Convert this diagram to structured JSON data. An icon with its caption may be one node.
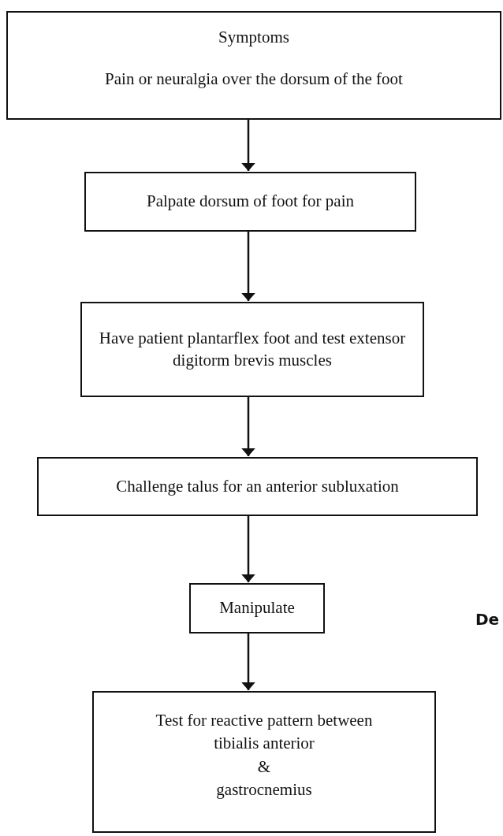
{
  "diagram": {
    "nodes": [
      {
        "text": [
          "Symptoms",
          "Pain or neuralgia over the dorsum of the foot"
        ]
      },
      {
        "text": [
          "Palpate dorsum of foot for pain"
        ]
      },
      {
        "text": [
          "Have patient plantarflex foot and test extensor digitorm brevis muscles"
        ]
      },
      {
        "text": [
          "Challenge talus for an anterior subluxation"
        ]
      },
      {
        "text": [
          "Manipulate"
        ]
      },
      {
        "text": [
          "Test for reactive pattern between",
          "tibialis anterior",
          "&",
          "gastrocnemius"
        ]
      }
    ],
    "edges": [
      {
        "from": 0,
        "to": 1,
        "arrow": "to"
      },
      {
        "from": 1,
        "to": 2,
        "arrow": "to"
      },
      {
        "from": 2,
        "to": 3,
        "arrow": "to"
      },
      {
        "from": 3,
        "to": 4,
        "arrow": "to"
      },
      {
        "from": 4,
        "to": 5,
        "arrow": "to"
      }
    ],
    "labels": [
      "De"
    ]
  }
}
